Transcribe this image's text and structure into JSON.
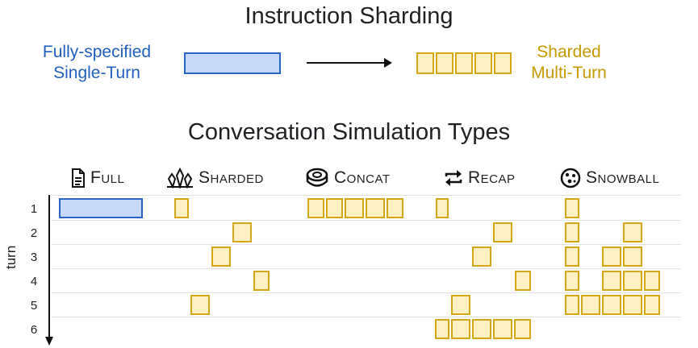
{
  "top_title": "Instruction Sharding",
  "left_label_line1": "Fully-specified",
  "left_label_line2": "Single-Turn",
  "right_label_line1": "Sharded",
  "right_label_line2": "Multi-Turn",
  "section_title": "Conversation Simulation Types",
  "axis_label": "turn",
  "turns": [
    "1",
    "2",
    "3",
    "4",
    "5",
    "6"
  ],
  "columns": {
    "full": "Full",
    "sharded": "Sharded",
    "concat": "Concat",
    "recap": "Recap",
    "snowball": "Snowball"
  },
  "colors": {
    "blue_fill": "#c8d9f7",
    "blue_border": "#2a64c7",
    "gold_fill": "#fdf0c4",
    "gold_border": "#d4a715",
    "blue_text": "#1f5fbf",
    "gold_text": "#c49a00"
  }
}
